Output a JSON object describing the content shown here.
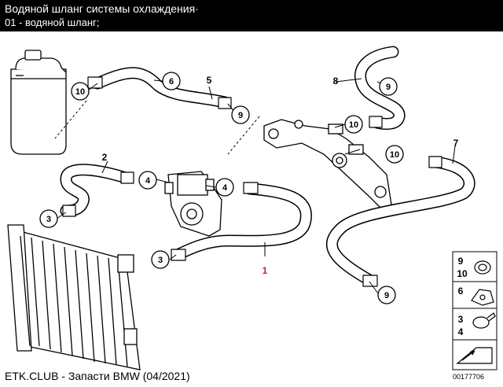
{
  "header": {
    "title": "Водяной шланг системы охлаждения·",
    "subtitle": "01 - водяной шланг;"
  },
  "footer": {
    "source": "ETK.CLUB - Запасти BMW (04/2021)",
    "image_code": "00177706"
  },
  "callouts": {
    "c10a": "10",
    "c6": "6",
    "c5": "5",
    "c9a": "9",
    "c8": "8",
    "c9b": "9",
    "c10b": "10",
    "c10c": "10",
    "c2": "2",
    "c4a": "4",
    "c4b": "4",
    "c3a": "3",
    "c7": "7",
    "c3b": "3",
    "c1": "1",
    "c9c": "9"
  },
  "legend": {
    "row1_top": "9",
    "row1_bottom": "10",
    "row2": "6",
    "row3_top": "3",
    "row3_bottom": "4"
  },
  "colors": {
    "header_bg": "#000000",
    "header_text": "#ffffff",
    "marker": "#d0202a"
  }
}
